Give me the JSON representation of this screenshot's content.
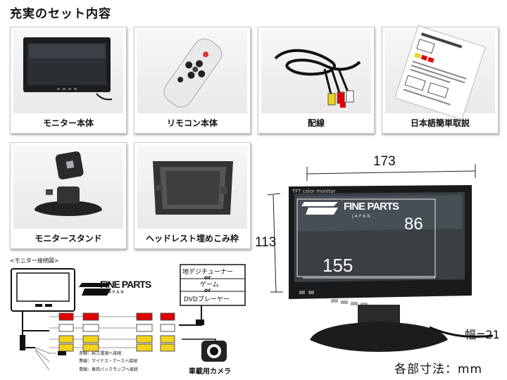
{
  "title": "充実のセット内容",
  "items": [
    {
      "label": "モニター本体"
    },
    {
      "label": "リモコン本体"
    },
    {
      "label": "配線"
    },
    {
      "label": "日本語簡単取説"
    },
    {
      "label": "モニタースタンド"
    },
    {
      "label": "ヘッドレスト埋めこみ枠"
    }
  ],
  "dimensions": {
    "width": "173",
    "height": "113",
    "screen_width": "155",
    "screen_height": "86",
    "depth": "幅=21",
    "unit_note": "各部寸法：mm"
  },
  "brand": {
    "line1": "FINE PARTS",
    "line2": "J A P A N"
  },
  "monitor_label": "TFT color monitor",
  "diagram": {
    "title": "<モニター接続図>",
    "sources": [
      "地デジチューナー",
      "ゲーム",
      "DVDプレーヤー"
    ],
    "or_label": "or",
    "wires": [
      "赤線：ACC電源へ接続",
      "黒線：マイナス・アースへ接続",
      "青線：車両バックランプへ接続"
    ],
    "camera_label": "車載用カメラ"
  },
  "colors": {
    "red": "#e00000",
    "yellow": "#f2d21b",
    "white": "#ffffff",
    "black": "#111111"
  }
}
